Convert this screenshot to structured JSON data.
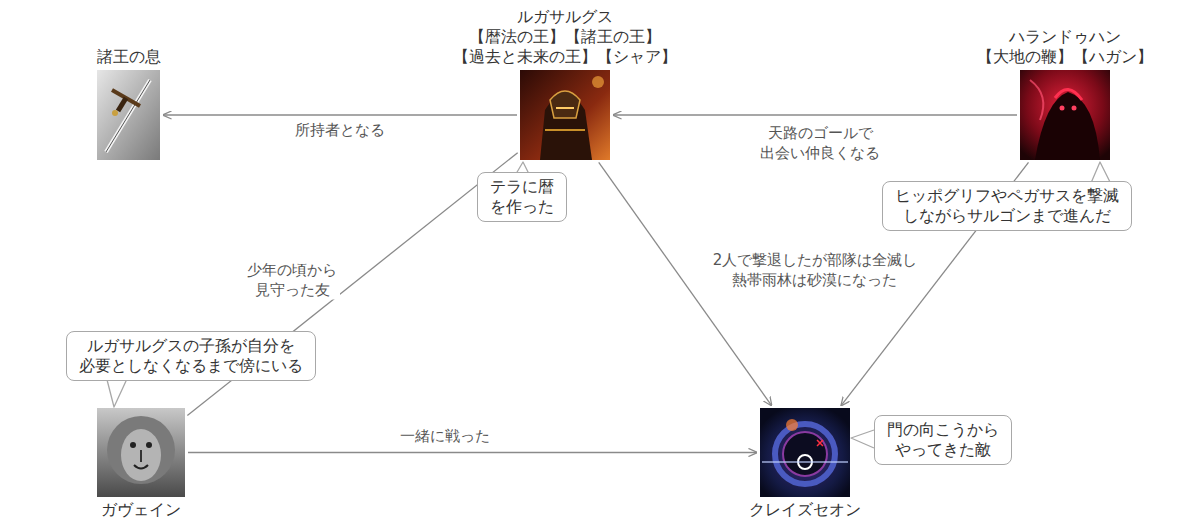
{
  "diagram": {
    "nodes": [
      {
        "text": [
          "諸王の息"
        ]
      },
      {
        "text": [
          "ルガサルグス",
          "【暦法の王】【諸王の王】 【過去と未来の王】【シャア】"
        ]
      },
      {
        "text": [
          "ハランドゥハン",
          "【大地の鞭】【ハガン】"
        ]
      },
      {
        "text": [
          "テラに暦 を作った"
        ]
      },
      {
        "text": [
          "ヒッポグリフやペガサスを撃滅 しながらサルゴンまで進んだ"
        ]
      },
      {
        "text": [
          "ルガサルグスの子孫が自分を 必要としなくなるまで傍にいる"
        ]
      },
      {
        "text": [
          "ガヴェイン"
        ]
      },
      {
        "text": [
          "門の向こうから やってきた敵"
        ]
      },
      {
        "text": [
          "クレイズセオン"
        ]
      }
    ],
    "edges": [
      {
        "from": 1,
        "to": 0,
        "arrow": "to",
        "label": "所持者となる"
      },
      {
        "from": 2,
        "to": 1,
        "arrow": "to",
        "label": "天路のゴールで 出会い仲良くなる"
      },
      {
        "from": 6,
        "to": 1,
        "arrow": "none",
        "label": "少年の頃から 見守った友"
      },
      {
        "from": 1,
        "to": 8,
        "arrow": "to",
        "label": "2人で撃退したが部隊は全滅し 熱帯雨林は砂漠になった"
      },
      {
        "from": 2,
        "to": 8,
        "arrow": "to"
      },
      {
        "from": 6,
        "to": 8,
        "arrow": "to",
        "label": "一緒に戦った"
      }
    ]
  }
}
